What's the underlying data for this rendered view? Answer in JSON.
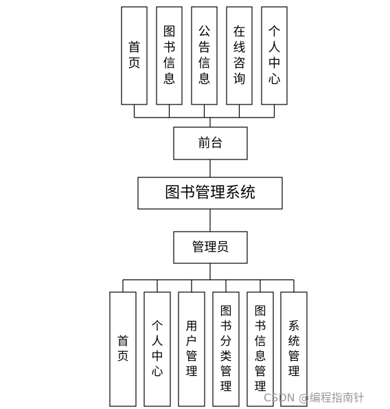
{
  "root": {
    "label": "图书管理系统"
  },
  "frontend": {
    "label": "前台",
    "children": [
      "首页",
      "图书信息",
      "公告信息",
      "在线咨询",
      "个人中心"
    ]
  },
  "admin": {
    "label": "管理员",
    "children": [
      "首页",
      "个人中心",
      "用户管理",
      "图书分类管理",
      "图书信息管理",
      "系统管理"
    ]
  },
  "watermark": "CSDN @编程指南针"
}
